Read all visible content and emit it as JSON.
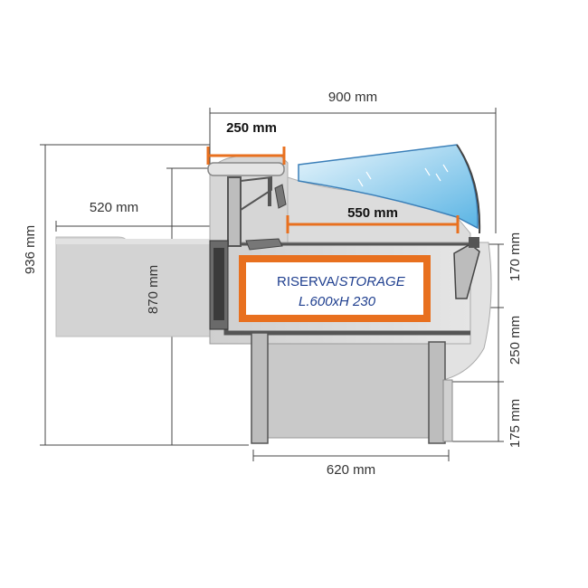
{
  "dimensions": {
    "width_total": "900 mm",
    "depth_top": "250 mm",
    "work_shelf": "520 mm",
    "display_depth": "550 mm",
    "height_total": "936 mm",
    "height_counter": "870 mm",
    "h_upper": "170 mm",
    "h_middle": "250 mm",
    "h_lower": "175 mm",
    "base_width": "620 mm"
  },
  "storage": {
    "label_main": "RISERVA/",
    "label_italic": "STORAGE",
    "size": "L.600xH 230"
  },
  "colors": {
    "accent_orange": "#e8701f",
    "glass_blue": "#7fc4e8",
    "steel_grey": "#8c8c8c",
    "body_light": "#d9d9d9"
  }
}
